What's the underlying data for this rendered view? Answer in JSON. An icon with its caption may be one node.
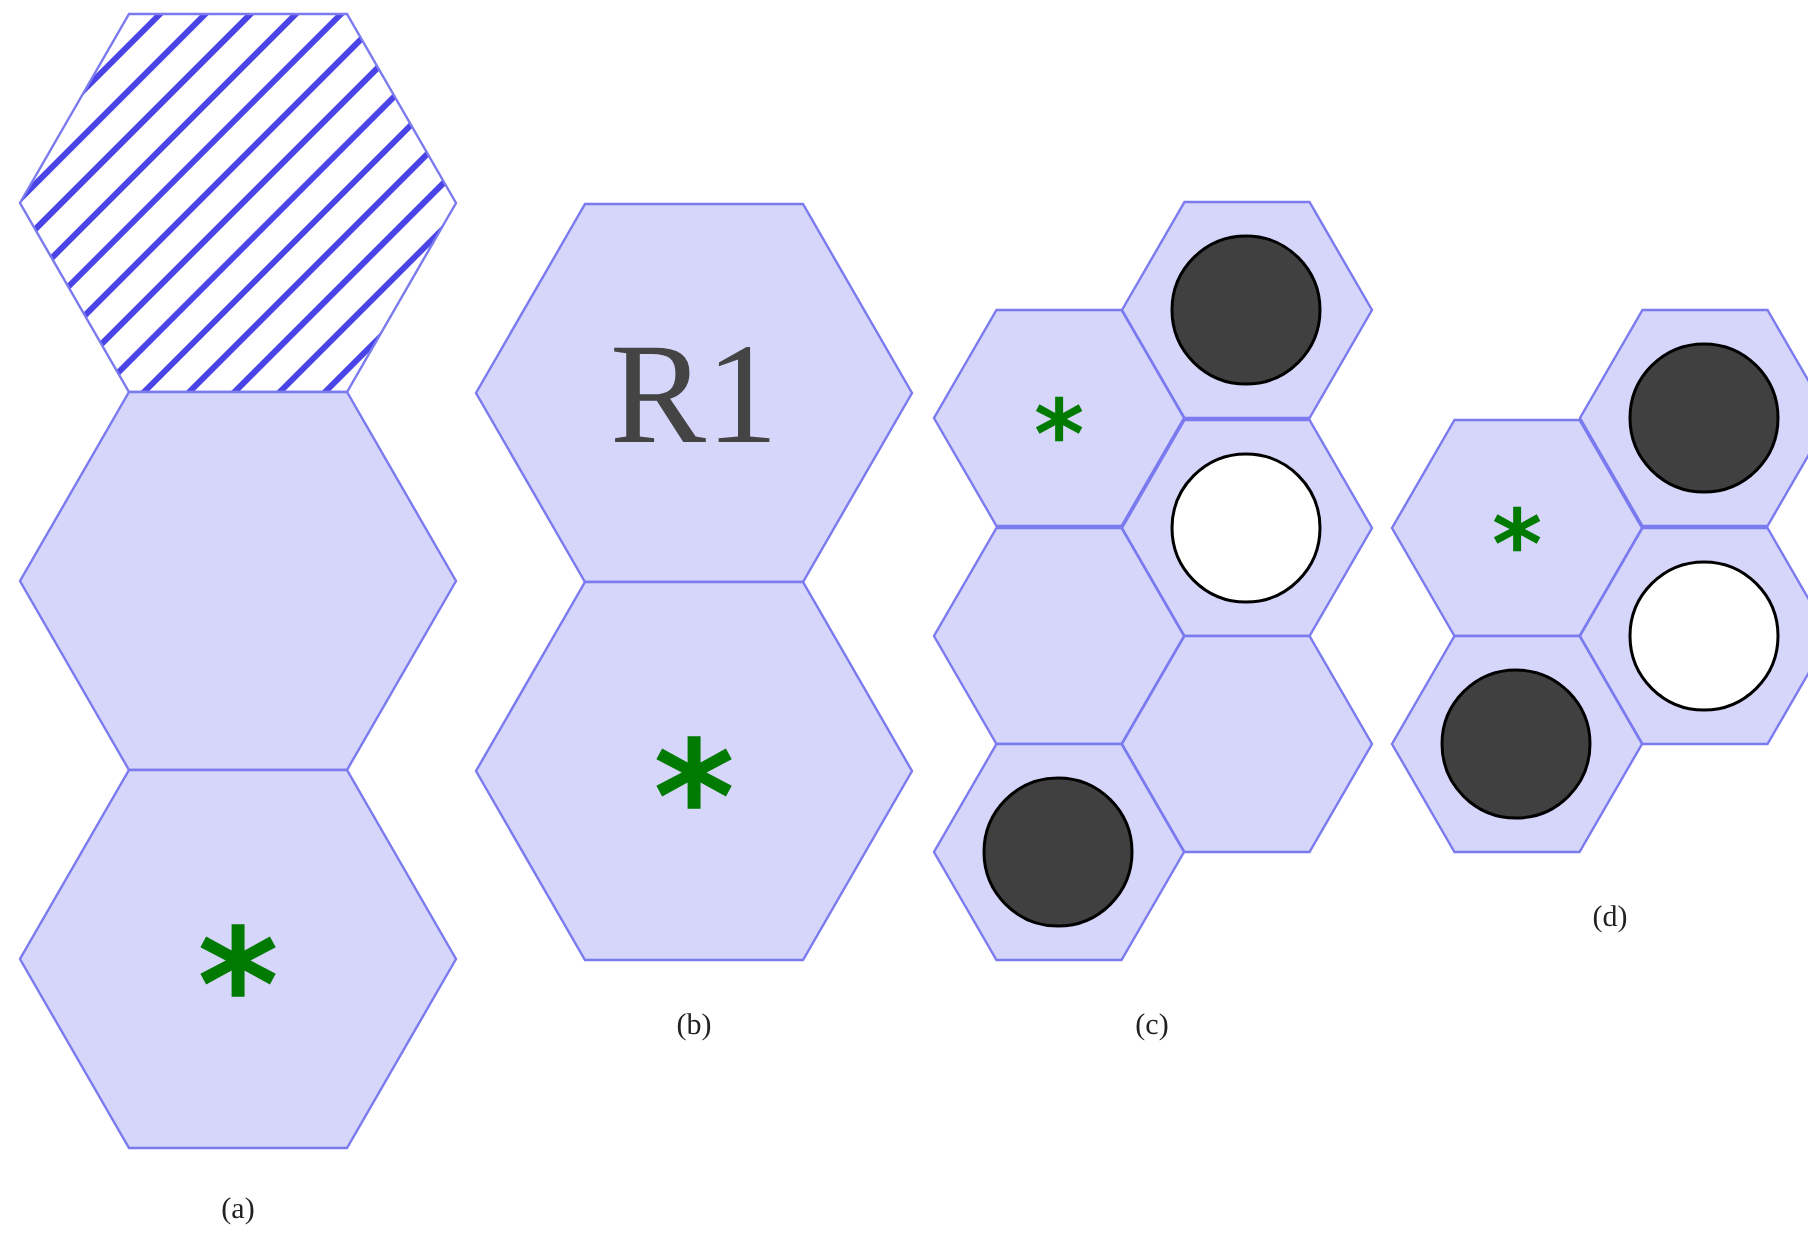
{
  "diagram": {
    "nodes": [
      {
        "text": [],
        "shape": "hexagon"
      },
      {
        "text": [],
        "shape": "hexagon"
      },
      {
        "text": [
          "*"
        ]
      },
      {
        "text": [
          "R1"
        ]
      },
      {
        "text": [
          "*"
        ]
      },
      {
        "text": [],
        "shape": "hexagon"
      },
      {
        "text": [],
        "shape": "circle",
        "in": 5
      },
      {
        "text": [
          "*"
        ]
      },
      {
        "text": [],
        "shape": "hexagon"
      },
      {
        "text": [],
        "shape": "circle",
        "in": 8
      },
      {
        "text": [],
        "shape": "hexagon"
      },
      {
        "text": [],
        "shape": "hexagon"
      },
      {
        "text": [],
        "shape": "hexagon"
      },
      {
        "text": [],
        "shape": "circle",
        "in": 12
      },
      {
        "text": [],
        "shape": "hexagon"
      },
      {
        "text": [],
        "shape": "circle",
        "in": 14
      },
      {
        "text": [
          "*"
        ]
      },
      {
        "text": [],
        "shape": "hexagon"
      },
      {
        "text": [],
        "shape": "circle",
        "in": 17
      },
      {
        "text": [],
        "shape": "hexagon"
      },
      {
        "text": [],
        "shape": "circle",
        "in": 19
      }
    ],
    "labels": [
      "(a)",
      "(b)",
      "(c)",
      "(d)"
    ]
  }
}
